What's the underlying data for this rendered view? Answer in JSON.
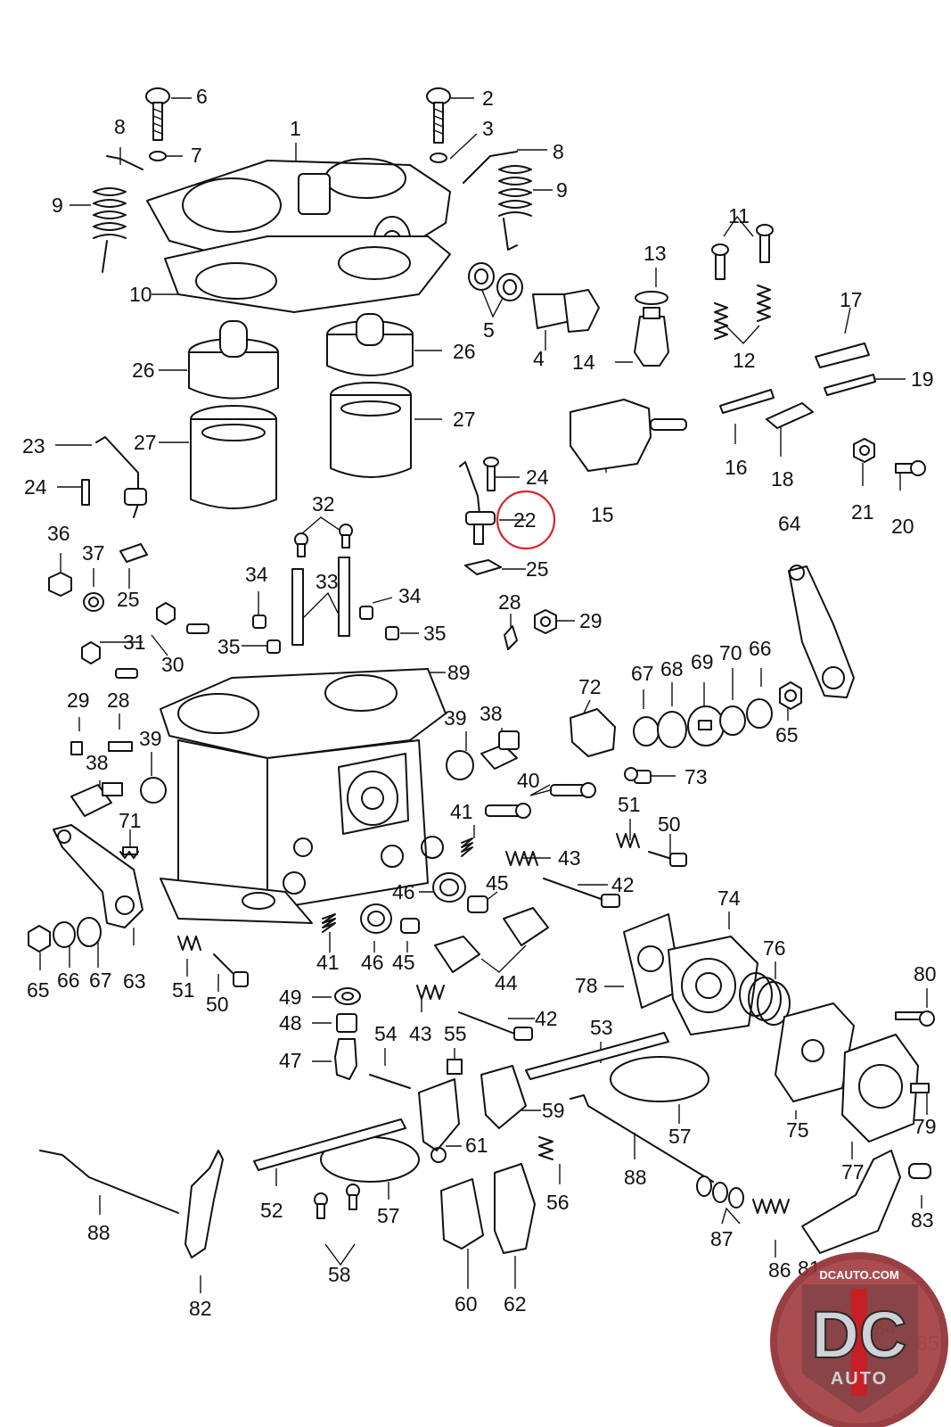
{
  "diagram": {
    "highlight_color": "#d9222a",
    "highlighted_callout": "22",
    "callouts": [
      "1",
      "2",
      "3",
      "4",
      "5",
      "6",
      "7",
      "8",
      "8",
      "9",
      "9",
      "10",
      "11",
      "12",
      "13",
      "14",
      "15",
      "16",
      "17",
      "18",
      "19",
      "20",
      "21",
      "22",
      "23",
      "24",
      "24",
      "25",
      "25",
      "26",
      "26",
      "27",
      "27",
      "28",
      "28",
      "29",
      "29",
      "30",
      "31",
      "32",
      "33",
      "34",
      "34",
      "35",
      "35",
      "36",
      "37",
      "38",
      "38",
      "39",
      "39",
      "40",
      "41",
      "41",
      "42",
      "42",
      "43",
      "43",
      "44",
      "45",
      "45",
      "46",
      "46",
      "47",
      "48",
      "49",
      "50",
      "50",
      "51",
      "51",
      "52",
      "53",
      "54",
      "55",
      "56",
      "57",
      "57",
      "58",
      "59",
      "60",
      "61",
      "62",
      "63",
      "64",
      "65",
      "65",
      "66",
      "66",
      "67",
      "67",
      "68",
      "69",
      "70",
      "71",
      "72",
      "73",
      "74",
      "75",
      "76",
      "77",
      "78",
      "79",
      "80",
      "81",
      "82",
      "83",
      "84",
      "85",
      "86",
      "87",
      "88",
      "88",
      "89"
    ]
  },
  "watermark": {
    "top_text": "DCAUTO.COM",
    "mark_text": "DC",
    "bottom_text": "AUTO",
    "colors": {
      "red": "#c62026",
      "grey": "#cfd2d6",
      "dark": "#2a2a2a"
    }
  }
}
